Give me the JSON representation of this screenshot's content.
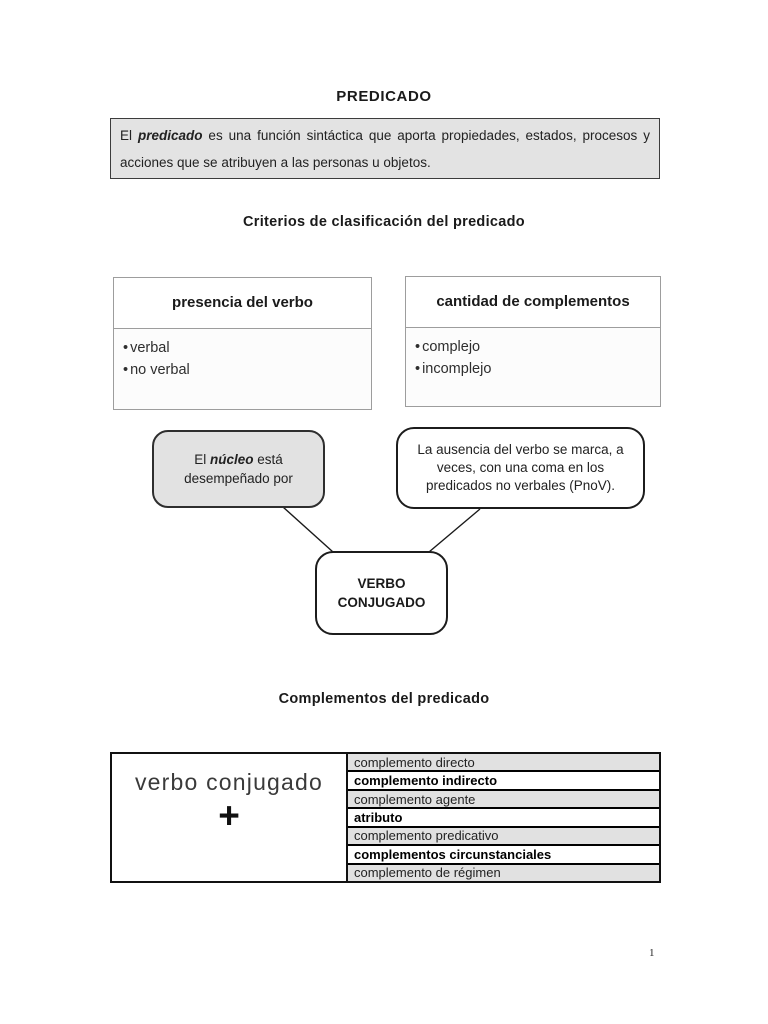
{
  "doc": {
    "title": "PREDICADO",
    "definition": {
      "prefix": "El ",
      "term": "predicado",
      "rest": " es una función sintáctica que aporta propiedades, estados, procesos y acciones que se atribuyen a las personas u objetos."
    },
    "bullet_glyph": "•",
    "criterios": {
      "heading": "Criterios de clasificación del predicado",
      "boxes": [
        {
          "title": "presencia del verbo",
          "items": [
            "verbal",
            "no verbal"
          ]
        },
        {
          "title": "cantidad de complementos",
          "items": [
            "complejo",
            "incomplejo"
          ]
        }
      ],
      "callout_nucleo": {
        "prefix": "El ",
        "term": "núcleo",
        "rest": " está desempeñado por"
      },
      "callout_ausencia": "La ausencia del verbo se marca, a veces, con una coma en los predicados no verbales (PnoV).",
      "verbo_conjugado_node": "VERBO CONJUGADO"
    },
    "complementos": {
      "heading": "Complementos del predicado",
      "left_cell": {
        "text": "verbo conjugado",
        "plus": "+"
      },
      "rows": [
        {
          "label": "complemento directo",
          "bold": false
        },
        {
          "label": "complemento indirecto",
          "bold": true
        },
        {
          "label": "complemento agente",
          "bold": false
        },
        {
          "label": "atributo",
          "bold": true
        },
        {
          "label": "complemento predicativo",
          "bold": false
        },
        {
          "label": "complementos circunstanciales",
          "bold": true
        },
        {
          "label": "complemento de régimen",
          "bold": false
        }
      ]
    },
    "page_number": "1"
  }
}
